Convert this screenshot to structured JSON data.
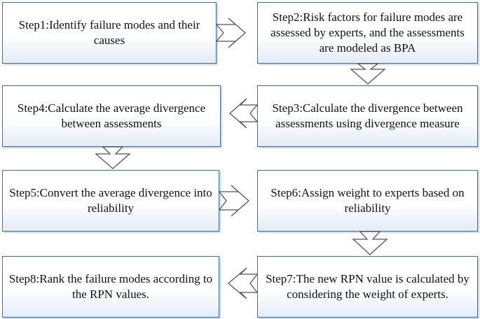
{
  "steps": [
    {
      "id": "step1",
      "text": "Step1:Identify failure modes and their causes"
    },
    {
      "id": "step2",
      "text": "Step2:Risk factors for failure modes are assessed by experts, and the assessments are modeled as BPA"
    },
    {
      "id": "step3",
      "text": "Step3:Calculate the divergence between assessments using divergence measure"
    },
    {
      "id": "step4",
      "text": "Step4:Calculate the average divergence between assessments"
    },
    {
      "id": "step5",
      "text": "Step5:Convert the average divergence into reliability"
    },
    {
      "id": "step6",
      "text": "Step6:Assign weight to experts based on reliability"
    },
    {
      "id": "step7",
      "text": "Step7:The new RPN value is calculated by considering the weight of experts."
    },
    {
      "id": "step8",
      "text": "Step8:Rank the failure modes according to the RPN values."
    }
  ],
  "connections": [
    {
      "from": "step1",
      "to": "step2",
      "direction": "right"
    },
    {
      "from": "step2",
      "to": "step3",
      "direction": "down"
    },
    {
      "from": "step3",
      "to": "step4",
      "direction": "left"
    },
    {
      "from": "step4",
      "to": "step5",
      "direction": "down"
    },
    {
      "from": "step5",
      "to": "step6",
      "direction": "right"
    },
    {
      "from": "step6",
      "to": "step7",
      "direction": "down"
    },
    {
      "from": "step7",
      "to": "step8",
      "direction": "left"
    }
  ],
  "colors": {
    "box_border": "#3a6ea5",
    "box_fill_bottom": "#e3ecf7",
    "arrow_fill": "#ffffff",
    "arrow_stroke": "#555555"
  }
}
